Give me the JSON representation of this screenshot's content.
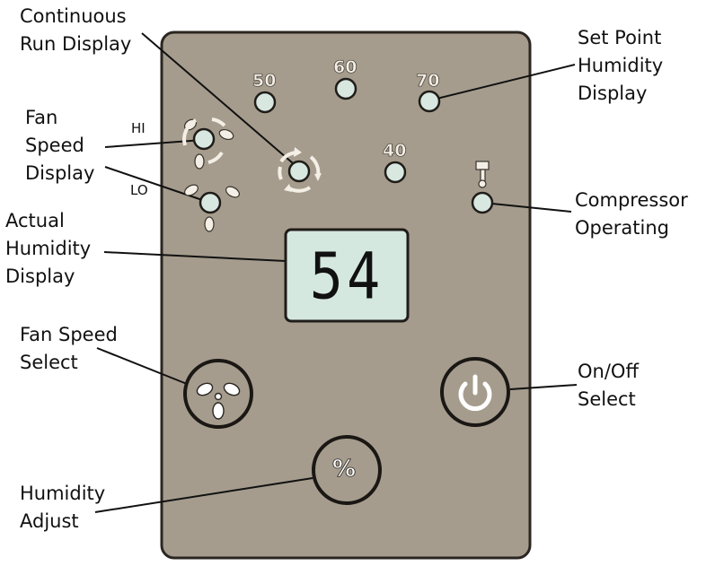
{
  "callouts": {
    "continuous_run": "Continuous\nRun Display",
    "set_point": "Set Point\nHumidity\nDisplay",
    "fan_speed_display": "Fan\nSpeed\nDisplay",
    "compressor": "Compressor\nOperating",
    "actual_humidity": "Actual\nHumidity\nDisplay",
    "fan_speed_select": "Fan Speed\nSelect",
    "on_off": "On/Off\nSelect",
    "humidity_adjust": "Humidity\nAdjust"
  },
  "indicators": {
    "set_50": "50",
    "set_60": "60",
    "set_70": "70",
    "set_40": "40",
    "hi": "HI",
    "lo": "LO"
  },
  "lcd": {
    "value": "54"
  },
  "buttons": {
    "humidity_symbol": "%"
  },
  "icons": {
    "fan_hi": "fan-icon",
    "fan_lo": "fan-icon",
    "continuous_run": "circular-arrows-icon",
    "compressor": "compressor-icon",
    "fan_button": "fan-icon",
    "power_button": "power-icon"
  },
  "colors": {
    "panel": "#a59c8d",
    "panel_border": "#2b2621",
    "indicator_led": "#d8e7df",
    "lcd": "#d5e8e0",
    "icon_fill": "#f4efe6"
  }
}
